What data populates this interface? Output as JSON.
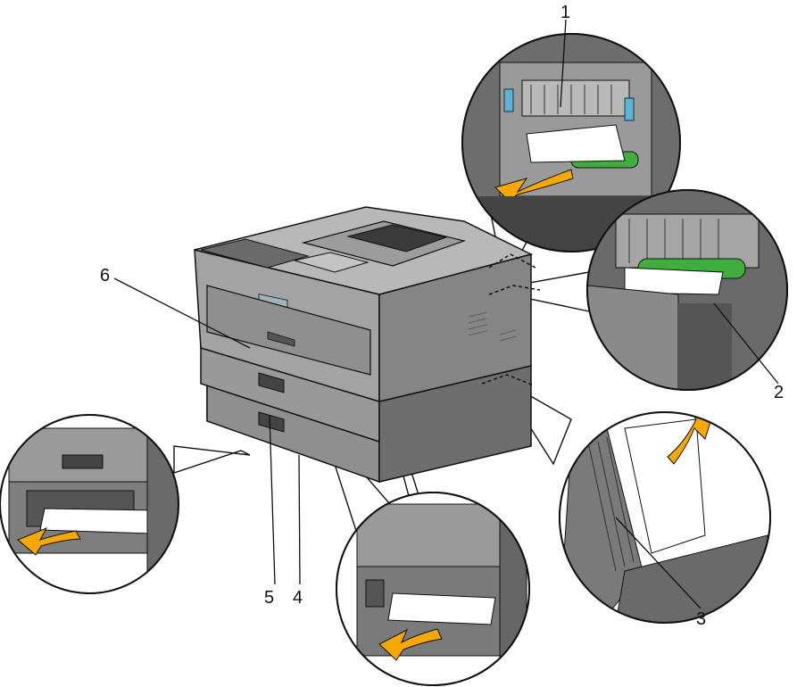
{
  "callouts": {
    "c1": "1",
    "c2": "2",
    "c3": "3",
    "c4": "4",
    "c5": "5",
    "c6": "6"
  },
  "colors": {
    "printer_body": "#8f8f8f",
    "printer_dark": "#5a5a5a",
    "printer_light": "#b4b4b4",
    "arrow": "#f4a800",
    "roller": "#3fae3f",
    "accent_blue": "#5ab4d6",
    "paper": "#ffffff",
    "outline": "#111111"
  },
  "icons": [
    "printer",
    "jam-location-callout",
    "pull-arrow",
    "paper-sheet"
  ]
}
